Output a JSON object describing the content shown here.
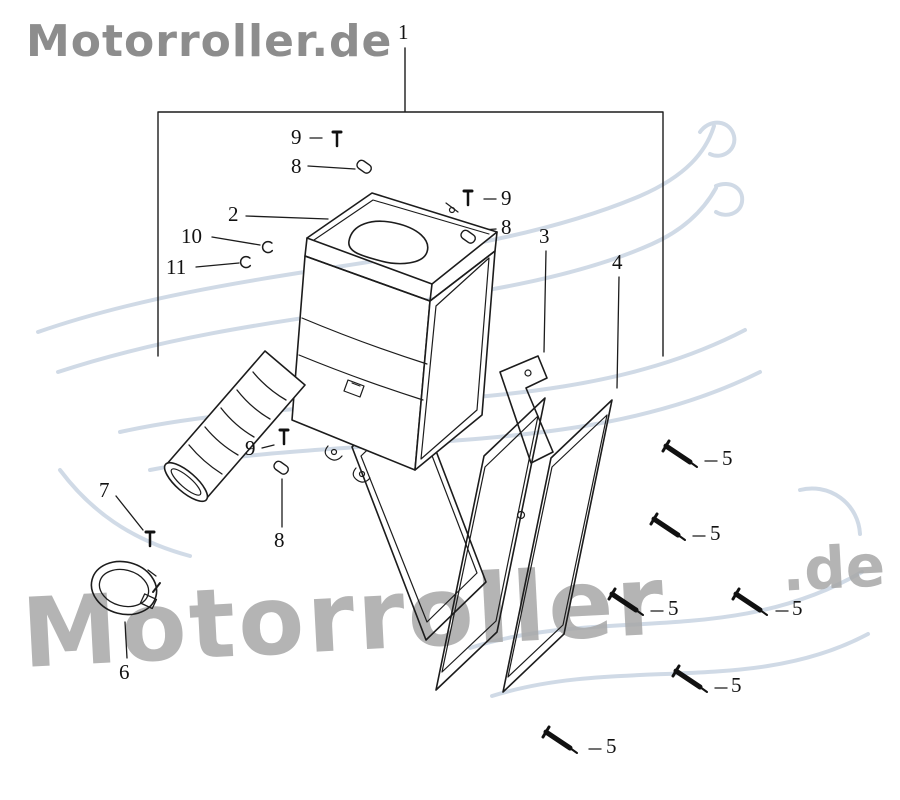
{
  "watermarks": {
    "top_left": "Motorroller.de",
    "big_text": "Motorroller",
    "big_suffix": ".de"
  },
  "labels": [
    "1",
    "2",
    "9",
    "8",
    "9",
    "8",
    "10",
    "11",
    "3",
    "4",
    "9",
    "8",
    "7",
    "6",
    "5",
    "5",
    "5",
    "5",
    "5",
    "5"
  ],
  "icons": {
    "scooter-watermark": "light blue scooter line-art watermark",
    "screw-5-icon": "black angled machine screw",
    "bolt-icon": "small vertical bolt with flat head",
    "spacer-icon": "small cylindrical spacer",
    "clip-icon": "small open c-clip",
    "hose-clamp-icon": "round hose clamp with screw"
  },
  "colors": {
    "line_black": "#1c1c1c",
    "watermark_gray": "#a8a8a8",
    "brand_gray": "#8d8d8d",
    "scooter_blue": "#ccd7e4"
  }
}
